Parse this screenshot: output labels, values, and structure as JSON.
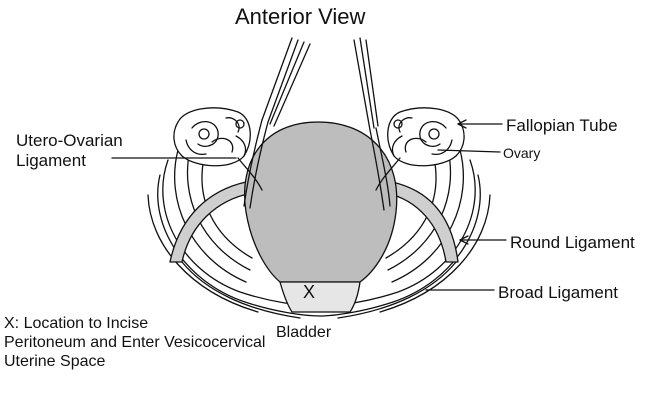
{
  "title": "Anterior View",
  "labels": {
    "fallopian_tube": "Fallopian Tube",
    "ovary": "Ovary",
    "utero_ovarian_ligament": "Utero-Ovarian\nLigament",
    "round_ligament": "Round Ligament",
    "broad_ligament": "Broad Ligament",
    "incision_marker": "X",
    "bladder": "Bladder"
  },
  "note": {
    "line1": "X: Location to Incise",
    "line2": "Peritoneum and Enter Vesicocervical",
    "line3": "Uterine Space"
  },
  "colors": {
    "uterus_fill": "#bdbdbd",
    "bladder_fill": "#e6e6e6",
    "ligament_fill": "#cfcfcf",
    "line": "#111111"
  }
}
